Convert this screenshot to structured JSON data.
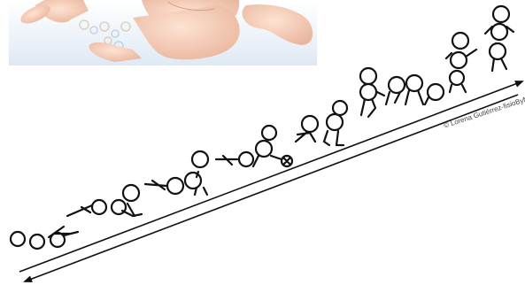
{
  "figure": {
    "credit": "© Lorena Gutiérrez-fisioByM",
    "photo_icon": "crawling-baby-photo",
    "colors": {
      "line": "#111111",
      "background": "#ffffff",
      "skin": "#f1c7ae",
      "sheet": "#eef4fb",
      "pattern": "#c9b48a"
    },
    "stages": [
      {
        "name": "stage-1-prone-lying"
      },
      {
        "name": "stage-2-prone-on-forearms"
      },
      {
        "name": "stage-3-prone-on-hands"
      },
      {
        "name": "stage-4-rolling"
      },
      {
        "name": "stage-5-sitting"
      },
      {
        "name": "stage-6-quadruped-crawling"
      },
      {
        "name": "stage-7-kneeling-standing"
      },
      {
        "name": "stage-8-walking"
      }
    ]
  }
}
